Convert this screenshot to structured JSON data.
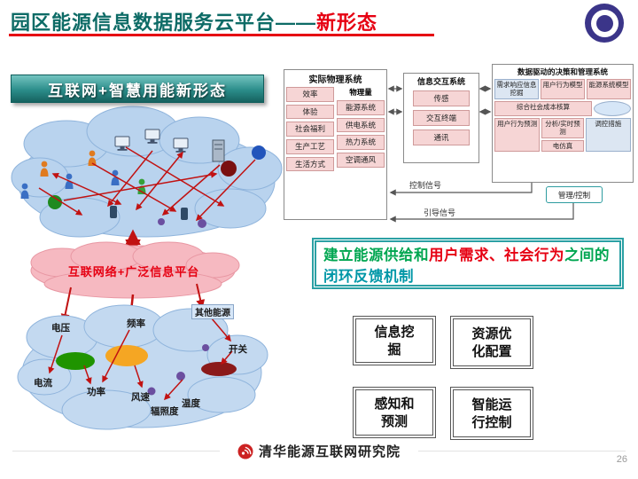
{
  "colors": {
    "title_teal": "#0d6b66",
    "accent_red": "#e60012",
    "banner_teal": "#2b8d8a",
    "cloud_blue": "#b9d3ee",
    "cloud_pink": "#f6b9c1",
    "box_pink": "#f6d5d5",
    "box_blue": "#dce6f2",
    "feedback_border": "#2ba0a4",
    "seg_green": "#00a651",
    "seg_red": "#e60012",
    "seg_teal": "#0097a7"
  },
  "header": {
    "title_main": "园区能源信息数据服务云平台——",
    "title_accent": "新形态",
    "logo": "tsinghua-university-seal"
  },
  "banner": {
    "label": "互联网+智慧用能新形态"
  },
  "clouds": {
    "internet_platform_label": "互联网络+广泛信息平台",
    "sensor_nodes": [
      "电压",
      "频率",
      "其他能源",
      "开关",
      "电流",
      "功率",
      "风速",
      "辐照度",
      "温度"
    ],
    "icons": [
      "person-icon",
      "monitor-icon",
      "server-icon",
      "phone-icon",
      "energy-dot"
    ]
  },
  "system": {
    "physical": {
      "title": "实际物理系统",
      "left_items": [
        "效率",
        "体验",
        "社会福利",
        "生产工艺",
        "生活方式"
      ],
      "right_header": "物理量",
      "right_items": [
        "能源系统",
        "供电系统",
        "热力系统",
        "空调通风"
      ]
    },
    "interaction": {
      "title": "信息交互系统",
      "items": [
        "传感",
        "交互终端",
        "通讯"
      ]
    },
    "decision": {
      "title": "数据驱动的决策和管理系统",
      "row1": [
        "需求响应信息挖掘",
        "用户行为模型",
        "能源系统模型"
      ],
      "row2": "综合社会成本核算",
      "row3a": "用户行为预测",
      "row3b": "分析/实时预测",
      "row3c": "电仿真",
      "row3d": "调控措施",
      "manage": "管理/控制"
    },
    "signals": {
      "control": "控制信号",
      "guide": "引导信号"
    }
  },
  "feedback": {
    "segments": [
      {
        "text": "建立能源供给和",
        "color": "green"
      },
      {
        "text": "用户需求、社会行为",
        "color": "red"
      },
      {
        "text": "之间的",
        "color": "green"
      },
      {
        "text": "闭环反馈机制",
        "color": "teal"
      }
    ]
  },
  "capabilities": [
    "信息挖掘",
    "资源优化配置",
    "感知和预测",
    "智能运行控制"
  ],
  "footer": {
    "organization": "清华能源互联网研究院",
    "page_number": "26"
  }
}
